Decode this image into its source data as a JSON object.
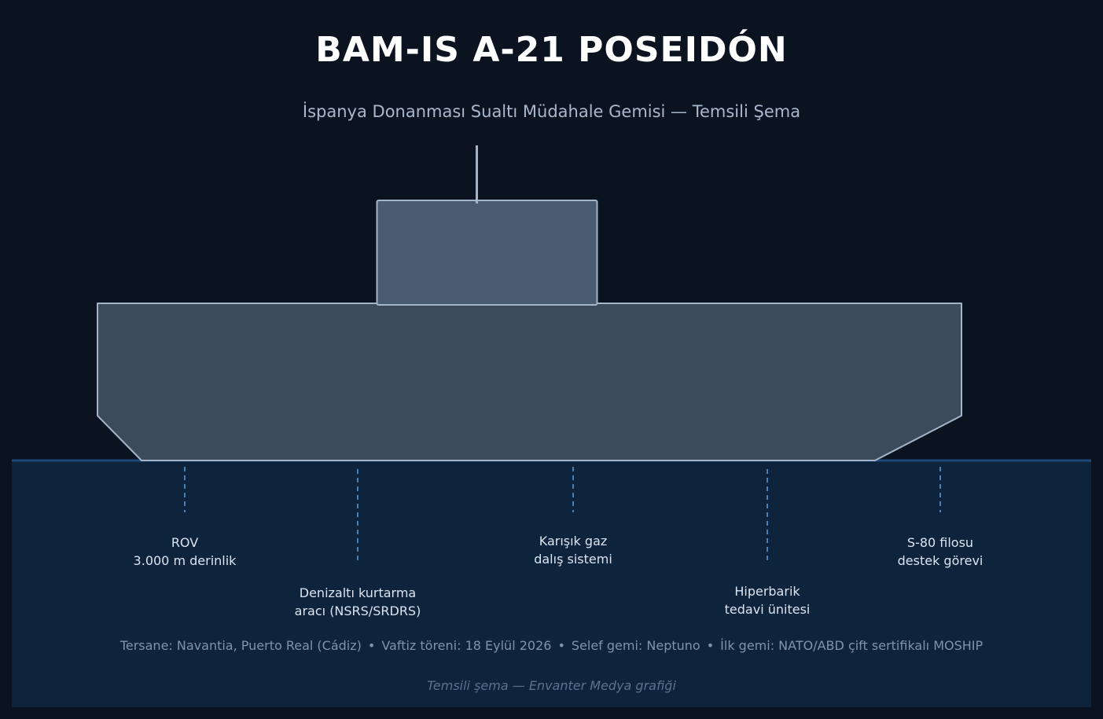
{
  "header": {
    "title": "BAM-IS A-21 POSEIDÓN",
    "subtitle": "İspanya Donanması Sualtı Müdahale Gemisi — Temsili Şema"
  },
  "colors": {
    "background": "#0b1320",
    "water": "#0e233c",
    "waterline": "#1e4a7a",
    "hull": "#3b4b5c",
    "superstructure": "#4a5c72",
    "outline": "#a4b5c8",
    "callout": "#4a7fb5"
  },
  "callouts": [
    {
      "id": "rov",
      "lines": [
        "ROV",
        "3.000 m derinlik"
      ]
    },
    {
      "id": "rescue",
      "lines": [
        "Denizaltı kurtarma",
        "aracı (NSRS/SRDRS)"
      ]
    },
    {
      "id": "diving",
      "lines": [
        "Karışık gaz",
        "dalış sistemi"
      ]
    },
    {
      "id": "hyperbaric",
      "lines": [
        "Hiperbarik",
        "tedavi ünitesi"
      ]
    },
    {
      "id": "s80",
      "lines": [
        "S-80 filosu",
        "destek görevi"
      ]
    }
  ],
  "footer": {
    "facts": [
      "Tersane: Navantia, Puerto Real (Cádiz)",
      "Vaftiz töreni: 18 Eylül 2026",
      "Selef gemi: Neptuno",
      "İlk gemi: NATO/ABD çift sertifikalı MOSHIP"
    ],
    "separator": "•",
    "credit": "Temsili şema — Envanter Medya grafiği"
  }
}
